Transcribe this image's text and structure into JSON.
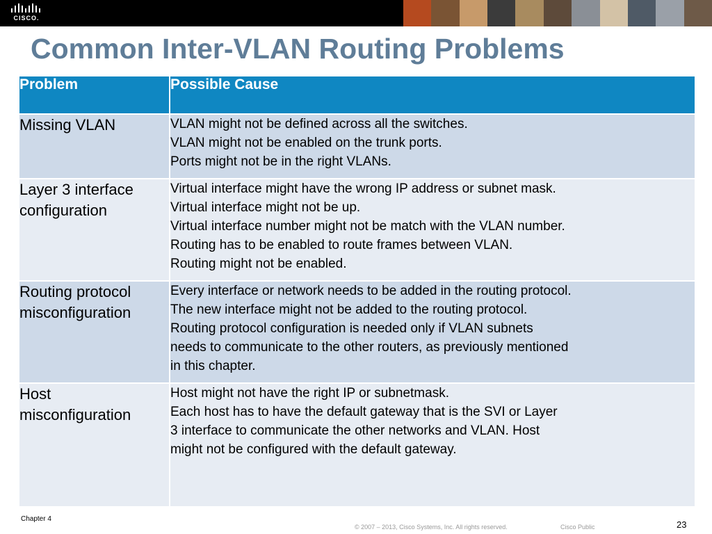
{
  "header": {
    "logo_text": "CISCO.",
    "photo_colors": [
      "#b54a1f",
      "#7a5434",
      "#c79a6a",
      "#3b3b3b",
      "#a88b5f",
      "#5d4a3a",
      "#8a8f96",
      "#d3c2a6",
      "#4f5a66",
      "#9aa0a8",
      "#6e5a48"
    ]
  },
  "title": "Common Inter-VLAN Routing Problems",
  "table": {
    "headers": [
      "Problem",
      "Possible Cause"
    ],
    "rows": [
      {
        "problem": [
          "Missing VLAN"
        ],
        "causes": [
          "VLAN might not be defined across all the switches.",
          "VLAN might not be enabled on the trunk ports.",
          "Ports might not be in the right VLANs."
        ]
      },
      {
        "problem": [
          "Layer 3 interface",
          "configuration"
        ],
        "causes": [
          "Virtual interface might have the wrong IP address or subnet mask.",
          "Virtual interface might not be up.",
          "Virtual interface number might not be match with the VLAN number.",
          "Routing has to be enabled to route frames between VLAN.",
          "Routing might not be enabled."
        ]
      },
      {
        "problem": [
          "Routing protocol",
          "misconfiguration"
        ],
        "causes": [
          "Every interface or network needs to be added in the routing protocol.",
          "The new interface might not be added to the routing protocol.",
          "Routing protocol configuration is needed only if VLAN subnets",
          "needs to communicate to the other routers, as previously mentioned",
          "in this chapter."
        ]
      },
      {
        "problem": [
          "Host",
          "misconfiguration"
        ],
        "causes": [
          "Host might not have the right IP or subnetmask.",
          "Each host has to have the default gateway that is the SVI or Layer",
          "3 interface to communicate the other networks and VLAN. Host",
          "might not be configured with the default gateway."
        ]
      }
    ]
  },
  "footer": {
    "chapter": "Chapter 4",
    "copyright": "© 2007 – 2013, Cisco Systems, Inc. All rights reserved.",
    "classification": "Cisco Public",
    "page": "23"
  }
}
